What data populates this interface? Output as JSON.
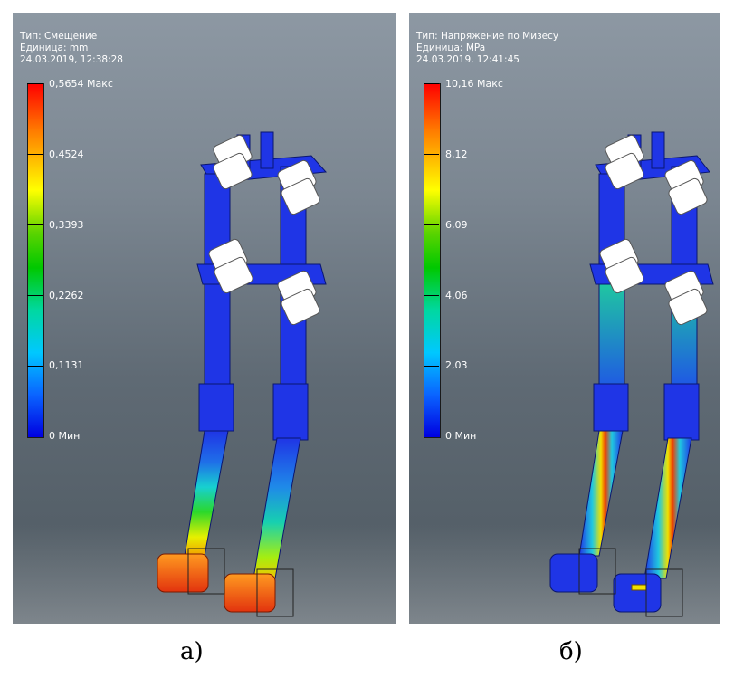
{
  "panel_a": {
    "type_line": "Тип: Смещение",
    "unit_line": "Единица: mm",
    "date_line": "24.03.2019, 12:38:28",
    "legend_labels": [
      "0,5654 Макс",
      "0,4524",
      "0,3393",
      "0,2262",
      "0,1131",
      "0 Мин"
    ]
  },
  "panel_b": {
    "type_line": "Тип: Напряжение по Мизесу",
    "unit_line": "Единица: MPa",
    "date_line": "24.03.2019, 12:41:45",
    "legend_labels": [
      "10,16 Макс",
      "8,12",
      "6,09",
      "4,06",
      "2,03",
      "0 Мин"
    ]
  },
  "captions": {
    "a": "а)",
    "b": "б)"
  },
  "colors": {
    "max": "#ff0000",
    "min": "#0000e0",
    "model_blue": "#1f35e6"
  }
}
